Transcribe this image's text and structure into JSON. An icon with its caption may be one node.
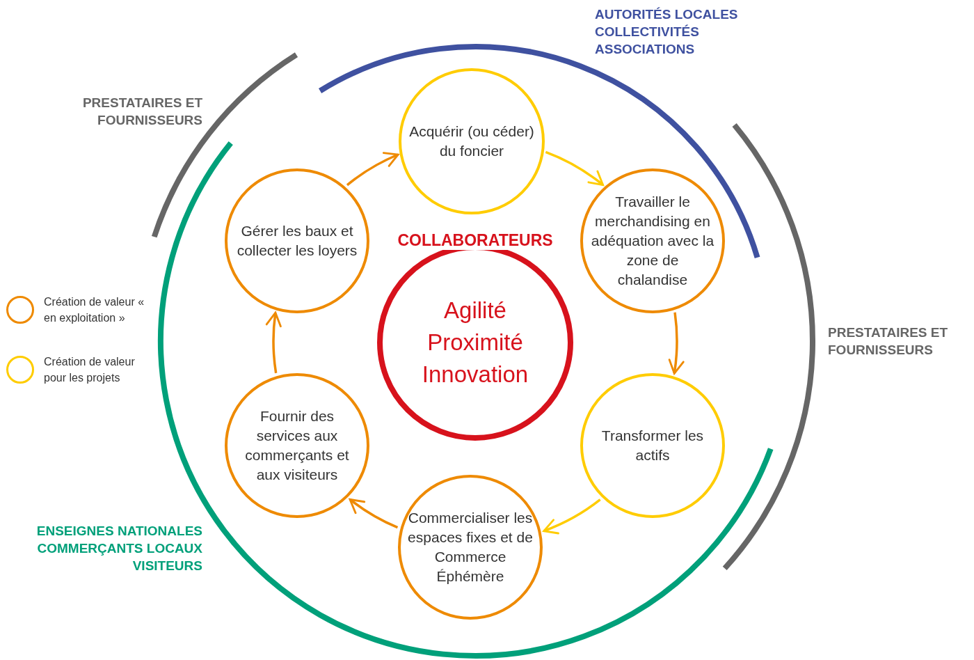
{
  "diagram": {
    "nodes": [
      {
        "text": [
          "Acquérir (ou céder) du foncier"
        ]
      },
      {
        "text": [
          "Travailler le merchandising en adéquation avec la zone de chalandise"
        ]
      },
      {
        "text": [
          "Transformer les actifs"
        ]
      },
      {
        "text": [
          "Commercialiser les espaces fixes et de Commerce Éphémère"
        ]
      },
      {
        "text": [
          "Fournir des services aux commerçants et aux visiteurs"
        ]
      },
      {
        "text": [
          "Gérer les baux et collecter les loyers"
        ]
      },
      {
        "text": [
          "COLLABORATEURS",
          "Agilité Proximité Innovation"
        ]
      }
    ],
    "edges": [
      {
        "from": 0,
        "to": 1,
        "arrow": "to",
        "color": "#ffcc00"
      },
      {
        "from": 1,
        "to": 2,
        "arrow": "to"
      },
      {
        "from": 2,
        "to": 3,
        "arrow": "to",
        "color": "#ffcc00"
      },
      {
        "from": 3,
        "to": 4,
        "arrow": "to"
      },
      {
        "from": 4,
        "to": 5,
        "arrow": "to"
      },
      {
        "from": 5,
        "to": 0,
        "arrow": "to"
      }
    ],
    "labels": [
      "AUTORITÉS LOCALES COLLECTIVITÉS ASSOCIATIONS",
      "PRESTATAIRES ET FOURNISSEURS",
      "PRESTATAIRES ET FOURNISSEURS",
      "ENSEIGNES NATIONALES COMMERÇANTS LOCAUX VISITEURS"
    ],
    "legend": [
      {
        "text": "Création de valeur « en exploitation »"
      },
      {
        "text": "Création de valeur pour les projets"
      }
    ]
  }
}
